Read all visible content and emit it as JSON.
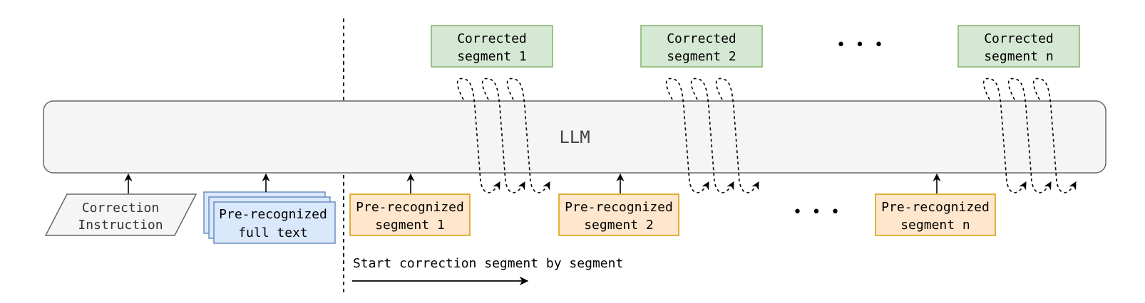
{
  "llm": {
    "label": "LLM"
  },
  "inputs": {
    "instruction": {
      "line1": "Correction",
      "line2": "Instruction"
    },
    "full_text": {
      "line1": "Pre-recognized",
      "line2": "full text"
    }
  },
  "segments": [
    {
      "input_line1": "Pre-recognized",
      "input_line2": "segment 1",
      "output_line1": "Corrected",
      "output_line2": "segment 1"
    },
    {
      "input_line1": "Pre-recognized",
      "input_line2": "segment 2",
      "output_line1": "Corrected",
      "output_line2": "segment 2"
    },
    {
      "input_line1": "Pre-recognized",
      "input_line2": "segment n",
      "output_line1": "Corrected",
      "output_line2": "segment n"
    }
  ],
  "ellipsis": "• • •",
  "caption": "Start correction segment by segment",
  "colors": {
    "llm_fill": "#f5f5f5",
    "llm_stroke": "#666666",
    "instruction_fill": "#f5f5f5",
    "instruction_stroke": "#666666",
    "fulltext_fill": "#dae8fc",
    "fulltext_stroke": "#6c8ebf",
    "segment_in_fill": "#ffe6cc",
    "segment_in_stroke": "#d79b00",
    "segment_out_fill": "#d5e8d4",
    "segment_out_stroke": "#82b366"
  }
}
